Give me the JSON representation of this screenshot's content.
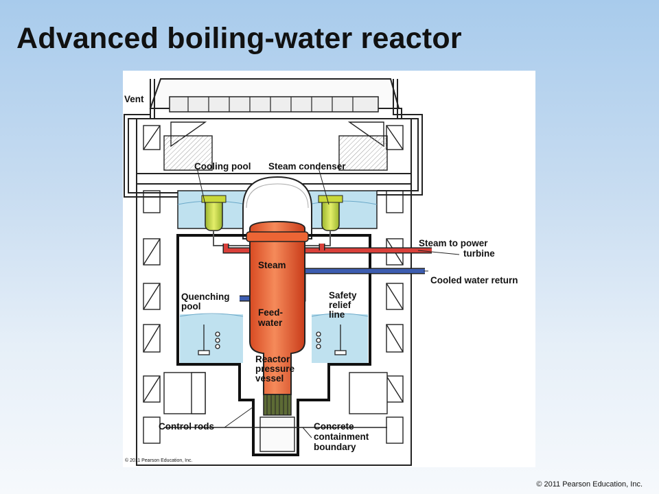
{
  "slide": {
    "title": "Advanced boiling-water reactor",
    "copyright": "© 2011 Pearson Education, Inc."
  },
  "figure": {
    "labels": {
      "vent": "Vent",
      "cooling_pool": "Cooling pool",
      "steam_condenser": "Steam condenser",
      "steam_to_power_1": "Steam to power",
      "steam_to_power_2": "turbine",
      "cooled_water_return": "Cooled water return",
      "quenching_1": "Quenching",
      "quenching_2": "pool",
      "safety_1": "Safety",
      "safety_2": "relief",
      "safety_3": "line",
      "steam": "Steam",
      "feedwater_1": "Feed-",
      "feedwater_2": "water",
      "reactor_1": "Reactor",
      "reactor_2": "pressure",
      "reactor_3": "vessel",
      "control_rods": "Control rods",
      "concrete_1": "Concrete",
      "concrete_2": "containment",
      "concrete_3": "boundary",
      "figure_copyright": "© 2011 Pearson Education, Inc."
    },
    "colors": {
      "steam_pipe": "#d9403a",
      "water_pipe": "#3d5db0",
      "vessel": "#ee6a3c",
      "condenser": "#d6e24a",
      "pool_water": "#b9dcec",
      "containment_line": "#111111"
    }
  }
}
